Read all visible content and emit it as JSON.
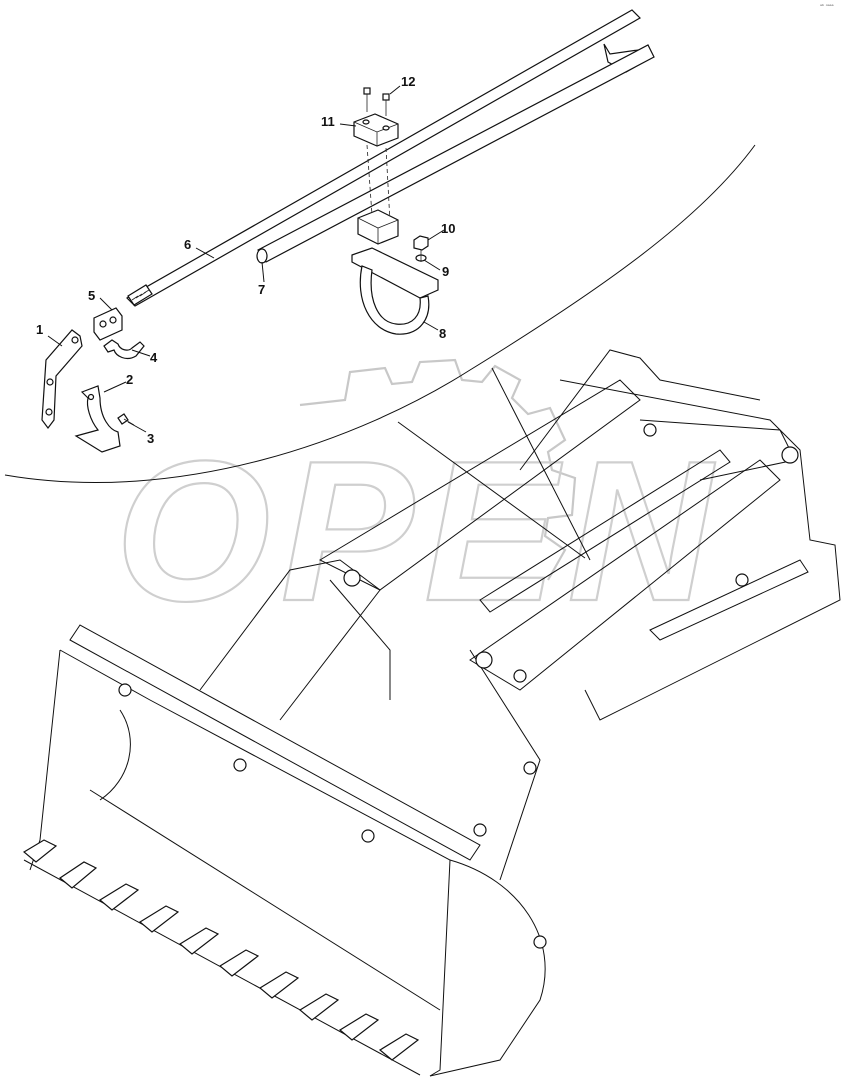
{
  "drawing": {
    "code": "ᵃᵇ ᵅᵃᵃᵃ",
    "watermark": "OPEN",
    "callouts": [
      {
        "id": "c1",
        "label": "1"
      },
      {
        "id": "c2",
        "label": "2"
      },
      {
        "id": "c3",
        "label": "3"
      },
      {
        "id": "c4",
        "label": "4"
      },
      {
        "id": "c5",
        "label": "5"
      },
      {
        "id": "c6",
        "label": "6"
      },
      {
        "id": "c7",
        "label": "7"
      },
      {
        "id": "c8",
        "label": "8"
      },
      {
        "id": "c9",
        "label": "9"
      },
      {
        "id": "c10",
        "label": "10"
      },
      {
        "id": "c11",
        "label": "11"
      },
      {
        "id": "c12",
        "label": "12"
      }
    ]
  }
}
